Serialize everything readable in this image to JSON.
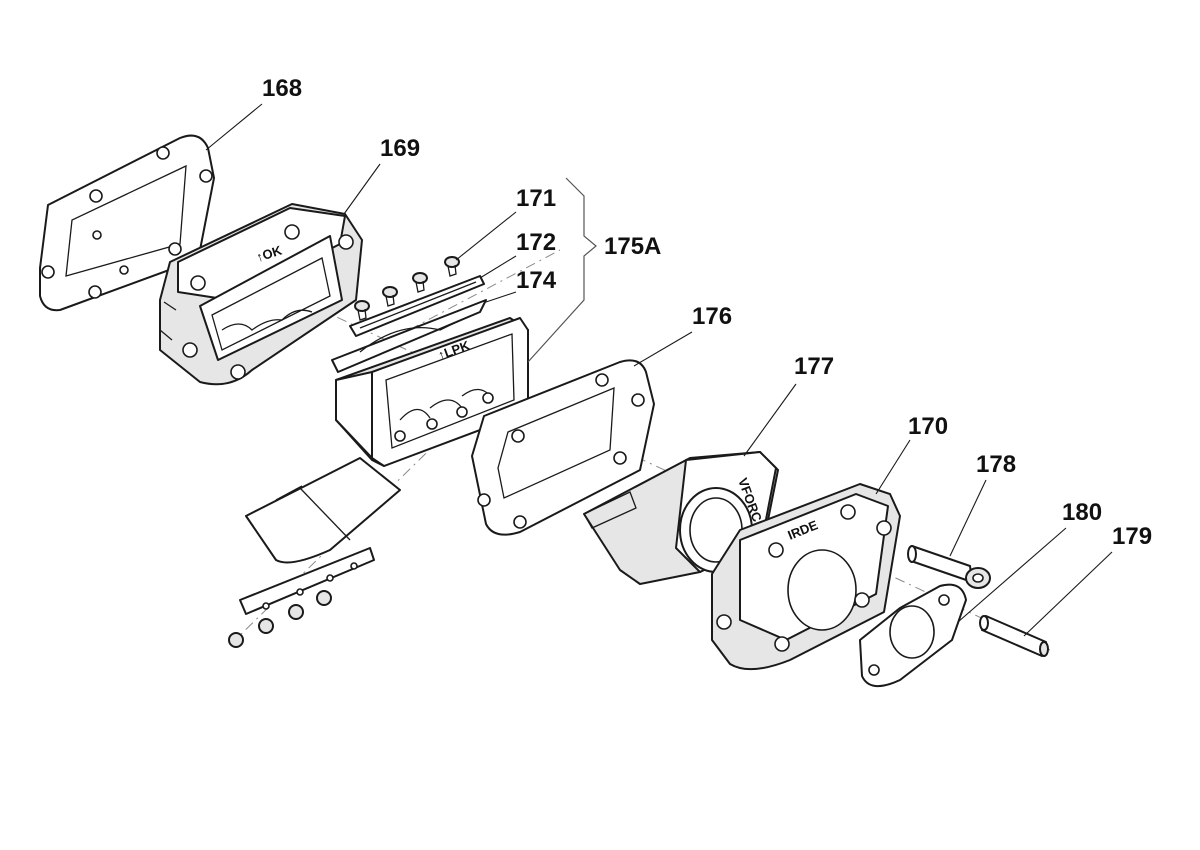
{
  "callouts": {
    "c168": "168",
    "c169": "169",
    "c171": "171",
    "c172": "172",
    "c174": "174",
    "c175A": "175A",
    "c176": "176",
    "c177": "177",
    "c170": "170",
    "c178": "178",
    "c180": "180",
    "c179": "179"
  },
  "colors": {
    "line": "#1a1a1a",
    "shade": "#e6e6e6",
    "background": "#ffffff"
  }
}
